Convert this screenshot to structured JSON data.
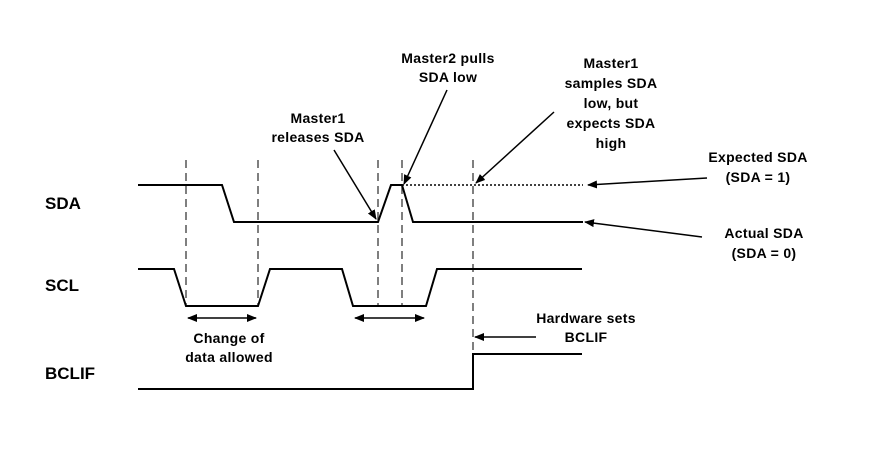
{
  "signals": {
    "sda": "SDA",
    "scl": "SCL",
    "bclif": "BCLIF"
  },
  "annotations": {
    "master1_releases": [
      "Master1",
      "releases SDA"
    ],
    "master2_pulls": [
      "Master2 pulls",
      "SDA low"
    ],
    "master1_samples": [
      "Master1",
      "samples SDA",
      "low, but",
      "expects SDA",
      "high"
    ],
    "expected_sda": [
      "Expected SDA",
      "(SDA = 1)"
    ],
    "actual_sda": [
      "Actual SDA",
      "(SDA = 0)"
    ],
    "change_of_data": [
      "Change of",
      "data allowed"
    ],
    "hardware_sets": [
      "Hardware sets",
      "BCLIF"
    ]
  }
}
